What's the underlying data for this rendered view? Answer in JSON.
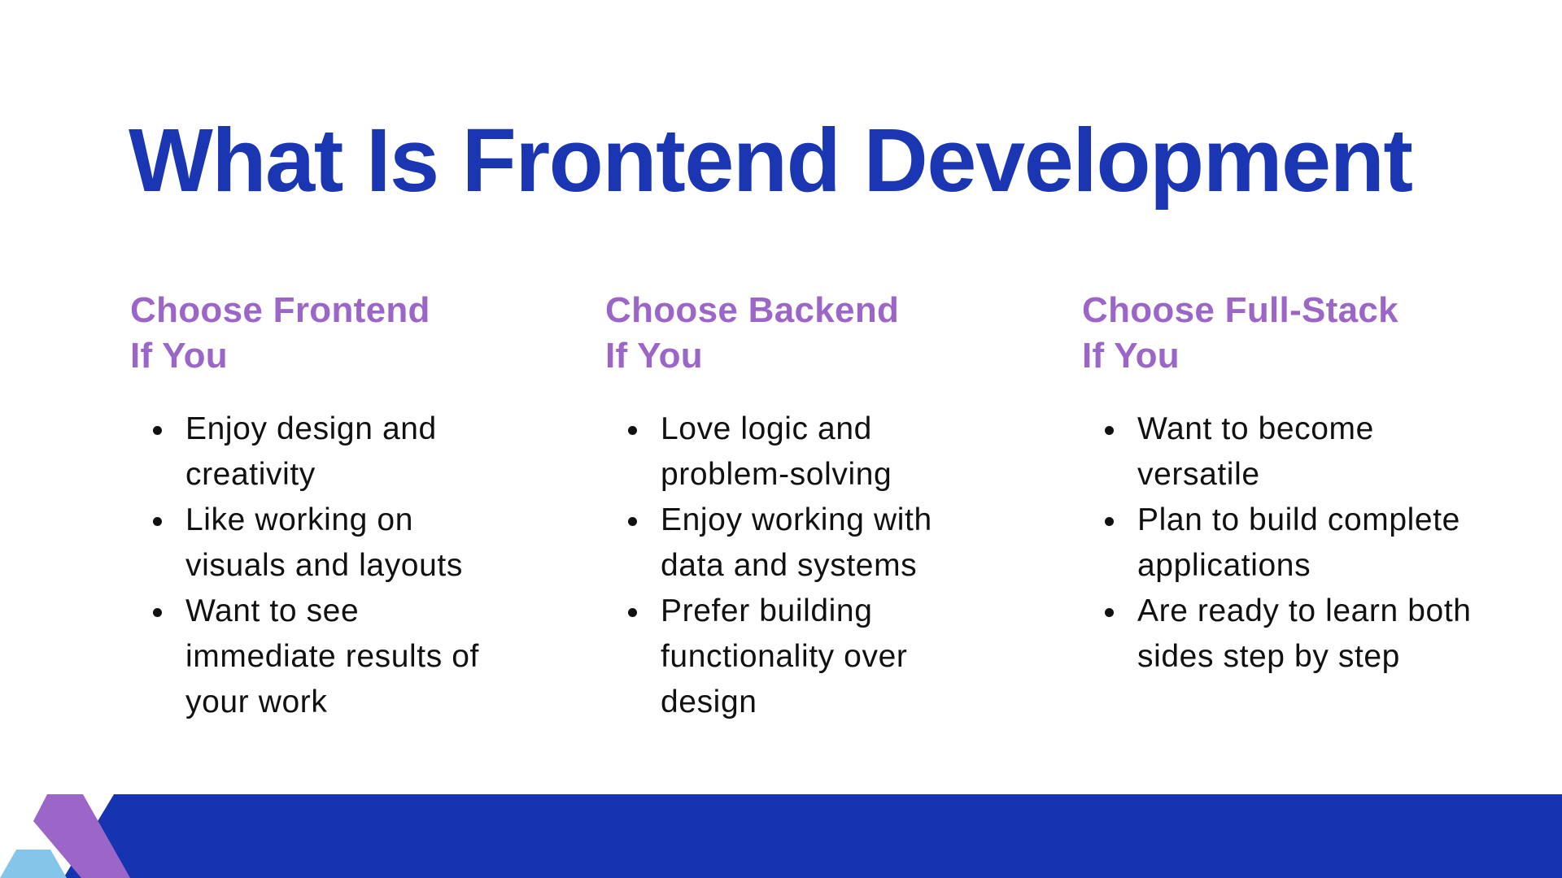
{
  "slide": {
    "title": "What Is Frontend Development",
    "colors": {
      "title": "#1A36B2",
      "heading": "#9B66C8",
      "band_dark_blue": "#1734B0",
      "band_purple": "#9C66C9",
      "band_light_blue": "#86C5EA"
    },
    "columns": [
      {
        "heading_line1": "Choose Frontend",
        "heading_line2": "If You",
        "items": [
          "Enjoy design and creativity",
          "Like working on visuals and layouts",
          "Want to see immediate results of your work"
        ]
      },
      {
        "heading_line1": "Choose Backend",
        "heading_line2": "If You",
        "items": [
          "Love logic and problem-solving",
          "Enjoy working with data and systems",
          "Prefer building functionality over design"
        ]
      },
      {
        "heading_line1": "Choose Full-Stack",
        "heading_line2": "If You",
        "items": [
          "Want to become versatile",
          "Plan to build complete applications",
          "Are ready to learn both sides step by step"
        ]
      }
    ]
  }
}
